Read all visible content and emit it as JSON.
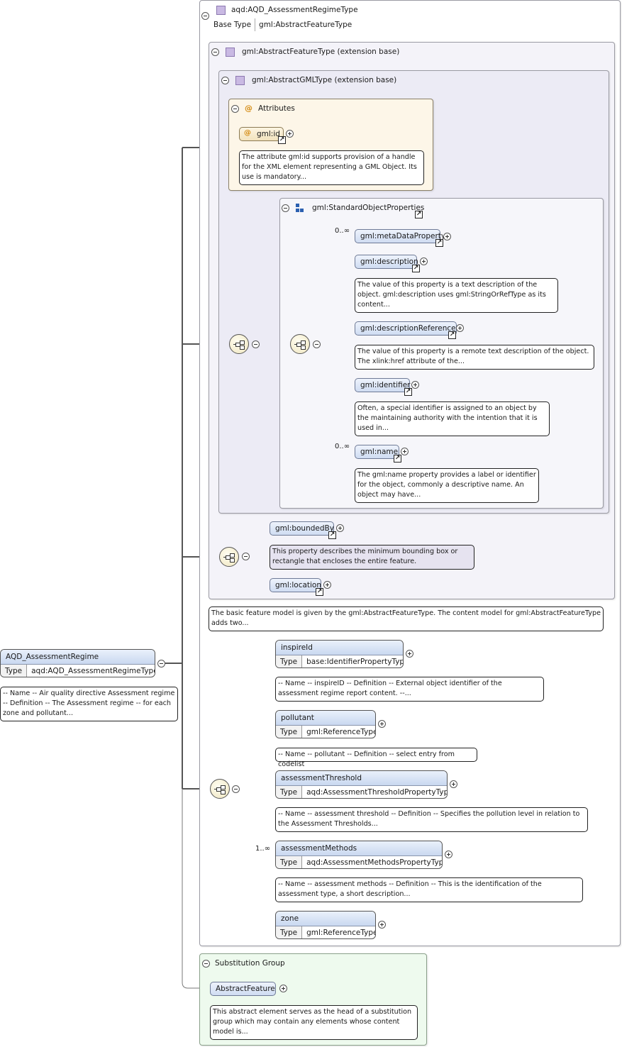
{
  "root_type": {
    "title": "aqd:AQD_AssessmentRegimeType",
    "base_type_label": "Base Type",
    "base_type_value": "gml:AbstractFeatureType"
  },
  "abstract_feature": {
    "title": "gml:AbstractFeatureType (extension base)",
    "doc": "The basic feature model is given by the gml:AbstractFeatureType. The content model for gml:AbstractFeatureType adds two..."
  },
  "abstract_gml": {
    "title": "gml:AbstractGMLType (extension base)"
  },
  "attributes": {
    "title": "Attributes",
    "id_label": "gml:id",
    "id_doc": "The attribute gml:id supports provision of a handle for the XML element representing a GML Object. Its use is mandatory..."
  },
  "standard_props": {
    "title": "gml:StandardObjectProperties",
    "items": [
      {
        "label": "gml:metaDataProperty",
        "cardinality": "0..∞",
        "doc": ""
      },
      {
        "label": "gml:description",
        "cardinality": "",
        "doc": "The value of this property is a text description of the object. gml:description uses gml:StringOrRefType as its content..."
      },
      {
        "label": "gml:descriptionReference",
        "cardinality": "",
        "doc": "The value of this property is a remote text description of the object. The xlink:href attribute of the..."
      },
      {
        "label": "gml:identifier",
        "cardinality": "",
        "doc": "Often, a special identifier is assigned to an object by the maintaining authority with the intention that it is used in..."
      },
      {
        "label": "gml:name",
        "cardinality": "0..∞",
        "doc": "The gml:name property provides a label or identifier for the object, commonly a descriptive name. An object may have..."
      }
    ]
  },
  "feature_props": {
    "bounded_by": "gml:boundedBy",
    "bounded_by_doc": "This property describes the minimum bounding box or rectangle that encloses the entire feature.",
    "location": "gml:location"
  },
  "main_element": {
    "name": "AQD_AssessmentRegime",
    "type_label": "Type",
    "type_value": "aqd:AQD_AssessmentRegimeType",
    "doc": "-- Name -- Air quality directive Assessment regime -- Definition -- The Assessment regime -- for each zone and pollutant..."
  },
  "children": [
    {
      "name": "inspireId",
      "type_label": "Type",
      "type_value": "base:IdentifierPropertyType",
      "cardinality": "",
      "doc": "-- Name -- inspireID -- Definition -- External object identifier of the assessment regime report content. --..."
    },
    {
      "name": "pollutant",
      "type_label": "Type",
      "type_value": "gml:ReferenceType",
      "cardinality": "",
      "doc": "-- Name -- pollutant -- Definition -- select entry from codelist"
    },
    {
      "name": "assessmentThreshold",
      "type_label": "Type",
      "type_value": "aqd:AssessmentThresholdPropertyType",
      "cardinality": "",
      "doc": "-- Name -- assessment threshold -- Definition -- Specifies the pollution level in relation to the Assessment Thresholds..."
    },
    {
      "name": "assessmentMethods",
      "type_label": "Type",
      "type_value": "aqd:AssessmentMethodsPropertyType",
      "cardinality": "1..∞",
      "doc": "-- Name -- assessment methods -- Definition -- This is the identification of the assessment type, a short description..."
    },
    {
      "name": "zone",
      "type_label": "Type",
      "type_value": "gml:ReferenceType",
      "cardinality": "",
      "doc": ""
    }
  ],
  "substitution": {
    "title": "Substitution Group",
    "head": "AbstractFeature",
    "doc": "This abstract element serves as the head of a substitution group which may contain any elements whose content model is..."
  },
  "icons": [
    "collapse-icon",
    "expand-icon",
    "complex-type-icon",
    "attribute-icon",
    "sequence-icon",
    "group-icon",
    "reference-arrow-icon"
  ]
}
